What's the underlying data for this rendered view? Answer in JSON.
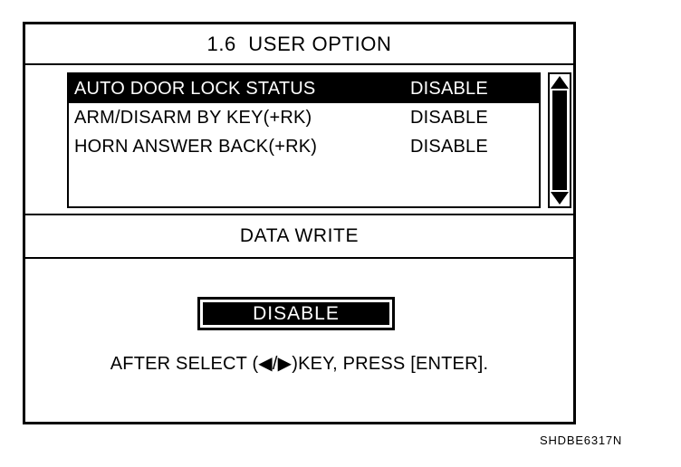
{
  "screen": {
    "title": "1.6  USER OPTION",
    "section_label": "DATA WRITE"
  },
  "option_list": {
    "rows": [
      {
        "label": "AUTO DOOR LOCK STATUS",
        "value": "DISABLE",
        "selected": true
      },
      {
        "label": "ARM/DISARM BY KEY(+RK)",
        "value": "DISABLE",
        "selected": false
      },
      {
        "label": "HORN ANSWER BACK(+RK)",
        "value": "DISABLE",
        "selected": false
      }
    ],
    "scrollbar": {
      "up_arrow_icon": "triangle-up-icon",
      "down_arrow_icon": "triangle-down-icon"
    }
  },
  "action_panel": {
    "selected_value": "DISABLE",
    "hint": "AFTER SELECT (◀/▶)KEY, PRESS [ENTER]."
  },
  "caption": {
    "code": "SHDBE6317N"
  },
  "colors": {
    "foreground": "#000000",
    "background": "#ffffff",
    "highlight_bg": "#000000",
    "highlight_fg": "#ffffff"
  }
}
